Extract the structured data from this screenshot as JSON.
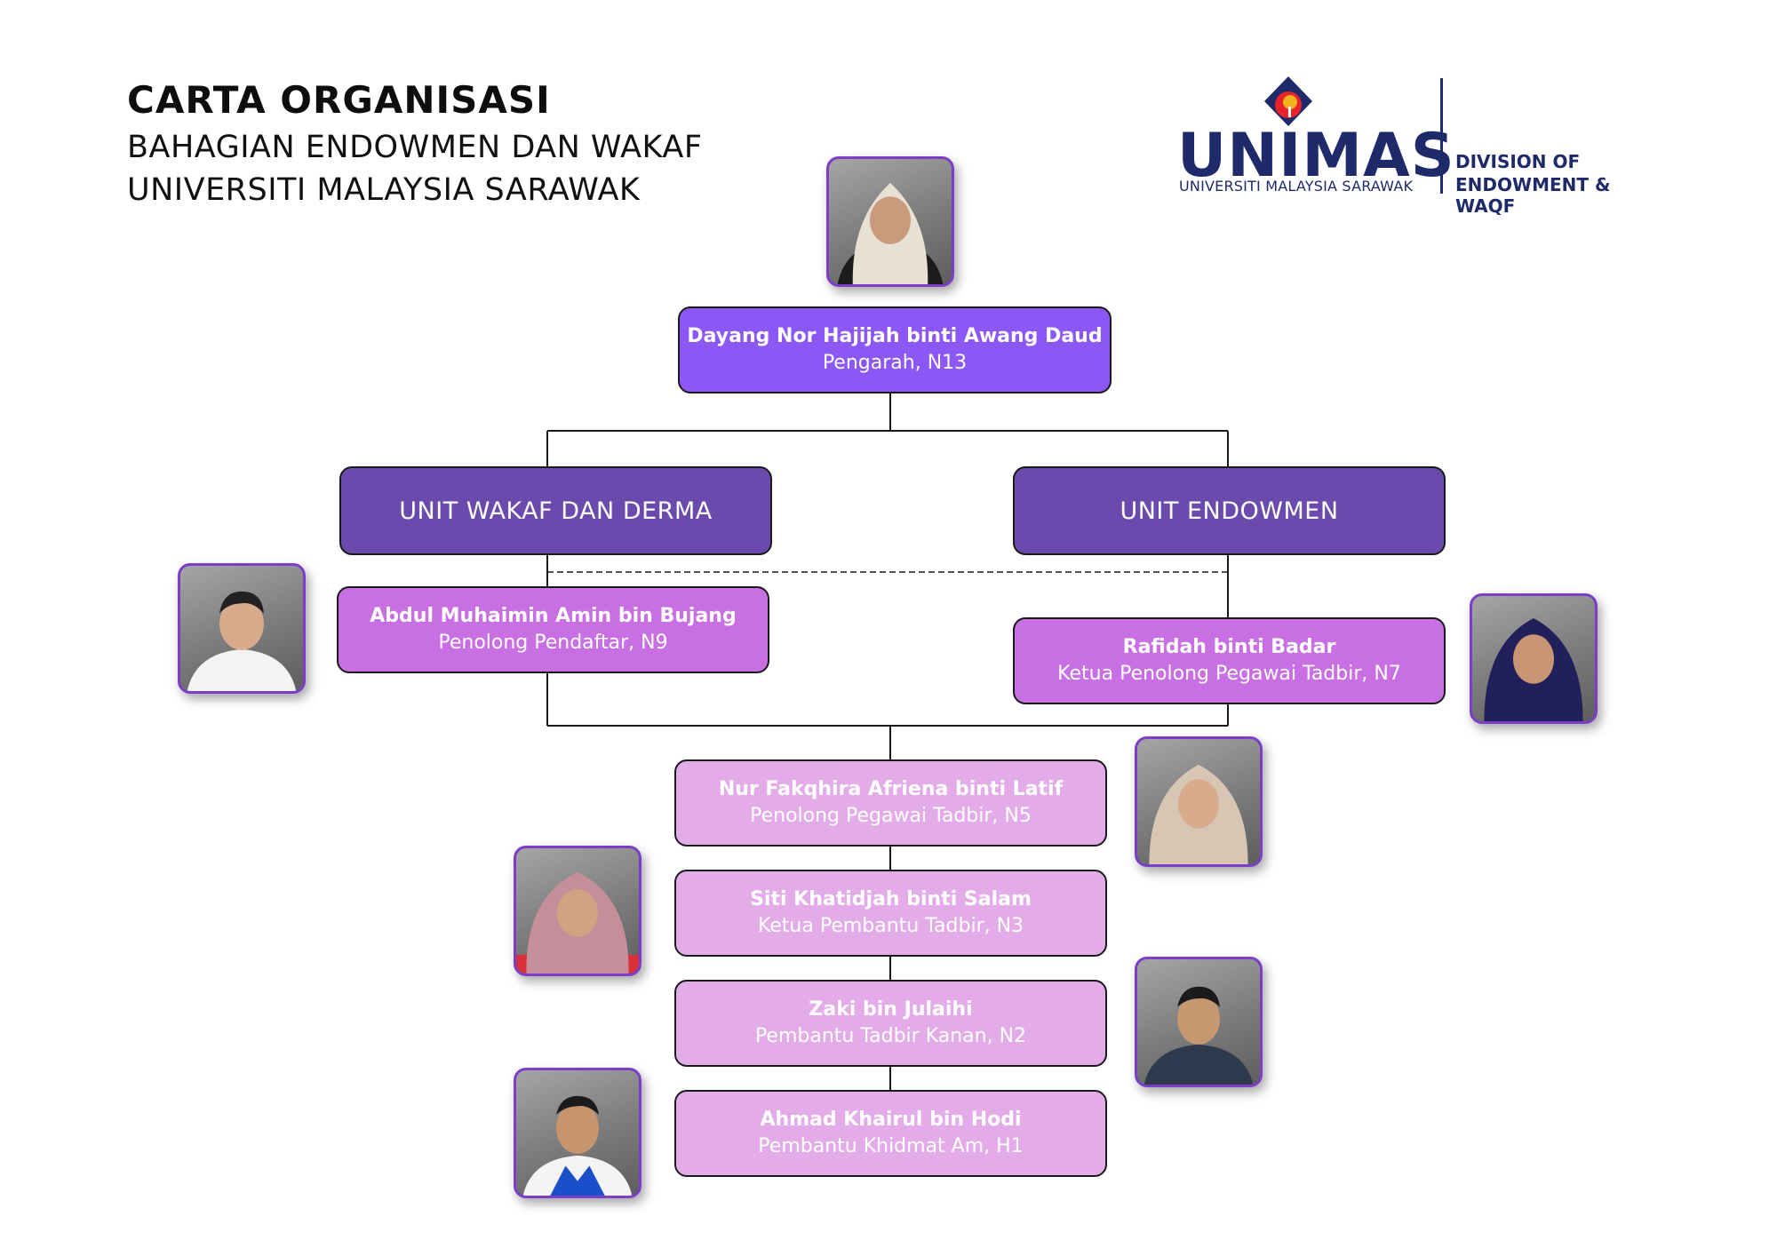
{
  "header": {
    "title": "CARTA ORGANISASI",
    "subtitle_1": "BAHAGIAN ENDOWMEN DAN WAKAF",
    "subtitle_2": "UNIVERSITI MALAYSIA SARAWAK"
  },
  "logo": {
    "wordmark": "UNIMAS",
    "caption": "UNIVERSITI MALAYSIA SARAWAK",
    "division_line_1": "DIVISION OF",
    "division_line_2": "ENDOWMENT & WAQF"
  },
  "colors": {
    "director": "#8b57f5",
    "unit": "#6a4aad",
    "officer": "#c86fe3",
    "staff": "#e3ace9",
    "photo_border": "#7a3fc6",
    "logo_navy": "#1f2a6b"
  },
  "director": {
    "name": "Dayang Nor Hajijah binti Awang Daud",
    "position": "Pengarah, N13"
  },
  "units": {
    "left": "UNIT WAKAF DAN DERMA",
    "right": "UNIT ENDOWMEN"
  },
  "officers": {
    "left": {
      "name": "Abdul Muhaimin Amin bin Bujang",
      "position": "Penolong Pendaftar, N9"
    },
    "right": {
      "name": "Rafidah binti Badar",
      "position": "Ketua Penolong Pegawai Tadbir, N7"
    }
  },
  "staff": [
    {
      "name": "Nur Fakqhira Afriena binti Latif",
      "position": "Penolong Pegawai Tadbir, N5"
    },
    {
      "name": "Siti Khatidjah binti Salam",
      "position": "Ketua Pembantu Tadbir, N3"
    },
    {
      "name": "Zaki bin Julaihi",
      "position": "Pembantu Tadbir Kanan, N2"
    },
    {
      "name": "Ahmad Khairul bin Hodi",
      "position": "Pembantu Khidmat Am, H1"
    }
  ]
}
